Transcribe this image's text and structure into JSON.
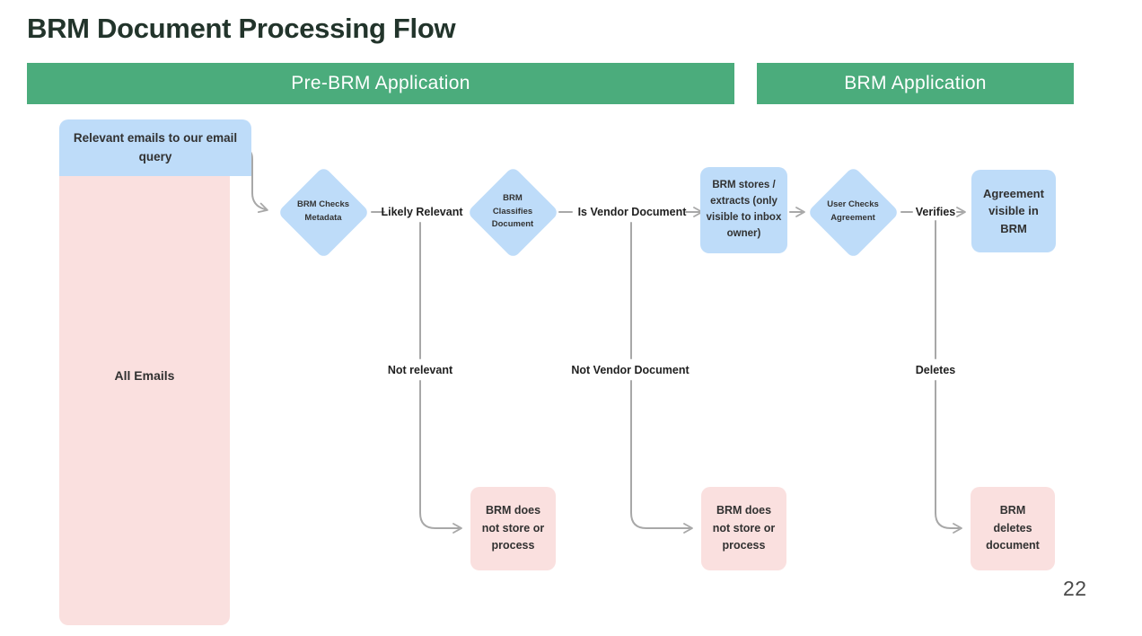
{
  "slide": {
    "title": "BRM Document Processing Flow",
    "page_number": "22"
  },
  "lanes": {
    "pre_brm": "Pre-BRM Application",
    "brm": "BRM Application"
  },
  "nodes": {
    "relevant_emails": "Relevant emails to our email query",
    "all_emails": "All Emails",
    "brm_checks_metadata": "BRM Checks Metadata",
    "brm_classifies_document": "BRM Classifies Document",
    "brm_stores_extracts": "BRM stores / extracts (only visible to inbox owner)",
    "user_checks_agreement": "User Checks Agreement",
    "agreement_visible_in_brm": "Agreement visible in BRM",
    "brm_does_not_store_1": "BRM does not store or process",
    "brm_does_not_store_2": "BRM does not store or process",
    "brm_deletes_document": "BRM deletes document"
  },
  "edge_labels": {
    "likely_relevant": "Likely Relevant",
    "is_vendor_document": "Is Vendor Document",
    "verifies": "Verifies",
    "not_relevant": "Not relevant",
    "not_vendor_document": "Not Vendor Document",
    "deletes": "Deletes"
  },
  "colors": {
    "lane_green": "#4bac7c",
    "node_blue": "#bedcf9",
    "node_pink": "#fae0df",
    "connector_gray": "#a8a8a8",
    "title_dark": "#22342b"
  }
}
